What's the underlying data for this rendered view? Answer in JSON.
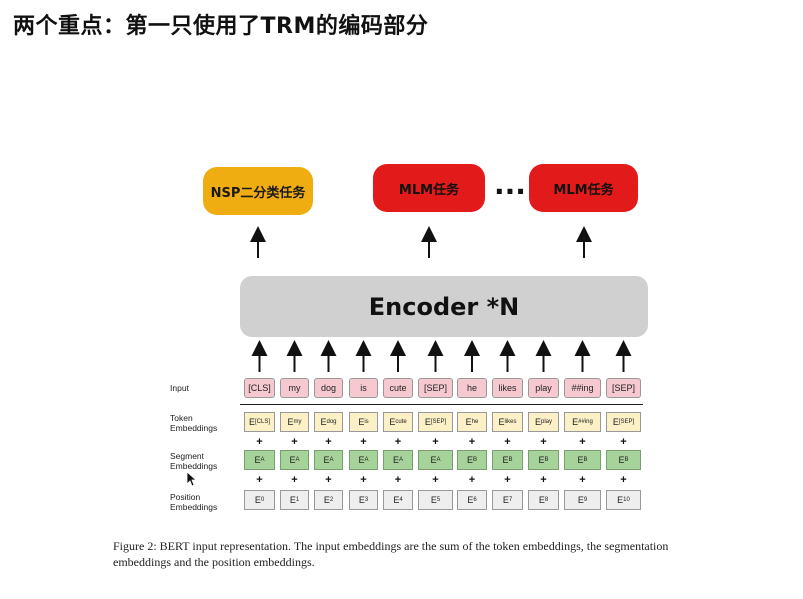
{
  "title": "两个重点：第一只使用了TRM的编码部分",
  "tasks": {
    "nsp": "NSP二分类任务",
    "mlm1": "MLM任务",
    "ellipsis": "...",
    "mlm2": "MLM任务"
  },
  "encoder": "Encoder *N",
  "row_labels": {
    "input": "Input",
    "token_1": "Token",
    "token_2": "Embeddings",
    "segment_1": "Segment",
    "segment_2": "Embeddings",
    "position_1": "Position",
    "position_2": "Embeddings"
  },
  "inputs": [
    "[CLS]",
    "my",
    "dog",
    "is",
    "cute",
    "[SEP]",
    "he",
    "likes",
    "play",
    "##ing",
    "[SEP]"
  ],
  "token_emb": [
    {
      "base": "E",
      "sub": "[CLS]"
    },
    {
      "base": "E",
      "sub": "my"
    },
    {
      "base": "E",
      "sub": "dog"
    },
    {
      "base": "E",
      "sub": "is"
    },
    {
      "base": "E",
      "sub": "cute"
    },
    {
      "base": "E",
      "sub": "[SEP]"
    },
    {
      "base": "E",
      "sub": "he"
    },
    {
      "base": "E",
      "sub": "likes"
    },
    {
      "base": "E",
      "sub": "play"
    },
    {
      "base": "E",
      "sub": "##ing"
    },
    {
      "base": "E",
      "sub": "[SEP]"
    }
  ],
  "segment_emb": [
    {
      "base": "E",
      "sub": "A"
    },
    {
      "base": "E",
      "sub": "A"
    },
    {
      "base": "E",
      "sub": "A"
    },
    {
      "base": "E",
      "sub": "A"
    },
    {
      "base": "E",
      "sub": "A"
    },
    {
      "base": "E",
      "sub": "A"
    },
    {
      "base": "E",
      "sub": "B"
    },
    {
      "base": "E",
      "sub": "B"
    },
    {
      "base": "E",
      "sub": "B"
    },
    {
      "base": "E",
      "sub": "B"
    },
    {
      "base": "E",
      "sub": "B"
    }
  ],
  "position_emb": [
    {
      "base": "E",
      "sub": "0"
    },
    {
      "base": "E",
      "sub": "1"
    },
    {
      "base": "E",
      "sub": "2"
    },
    {
      "base": "E",
      "sub": "3"
    },
    {
      "base": "E",
      "sub": "4"
    },
    {
      "base": "E",
      "sub": "5"
    },
    {
      "base": "E",
      "sub": "6"
    },
    {
      "base": "E",
      "sub": "7"
    },
    {
      "base": "E",
      "sub": "8"
    },
    {
      "base": "E",
      "sub": "9"
    },
    {
      "base": "E",
      "sub": "10"
    }
  ],
  "plus_symbol": "+",
  "caption": "Figure 2: BERT input representation. The input embeddings are the sum of the token embeddings, the segmentation embeddings and the position embeddings.",
  "colors": {
    "nsp": "#f0ad12",
    "mlm": "#e21a1a",
    "encoder": "#d0d0d0",
    "input": "#f5c9cf",
    "token": "#fbf0c6",
    "segment": "#a6d39a",
    "position": "#eeeeee"
  }
}
